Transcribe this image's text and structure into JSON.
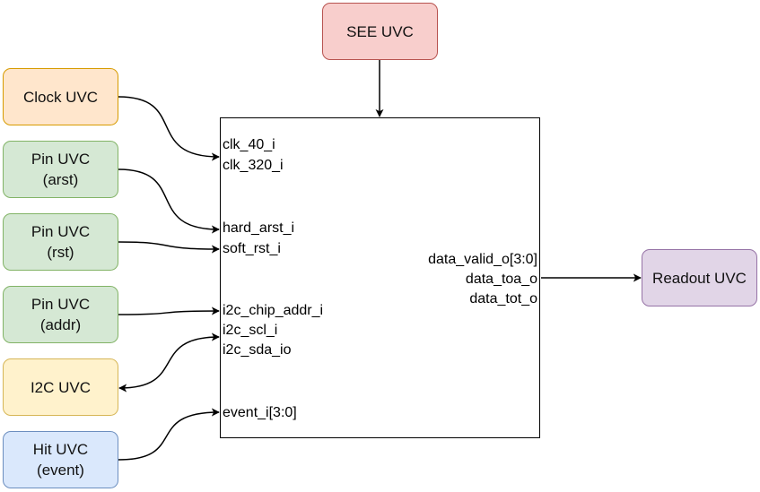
{
  "blocks": {
    "see": "SEE UVC",
    "clock": "Clock UVC",
    "pin_arst": [
      "Pin UVC",
      "(arst)"
    ],
    "pin_rst": [
      "Pin UVC",
      "(rst)"
    ],
    "pin_addr": [
      "Pin UVC",
      "(addr)"
    ],
    "i2c": "I2C UVC",
    "hit": [
      "Hit UVC",
      "(event)"
    ],
    "readout": "Readout UVC"
  },
  "dut_inputs": {
    "clk_40": "clk_40_i",
    "clk_320": "clk_320_i",
    "hard_arst": "hard_arst_i",
    "soft_rst": "soft_rst_i",
    "i2c_chip_addr": "i2c_chip_addr_i",
    "i2c_scl": "i2c_scl_i",
    "i2c_sda": "i2c_sda_io",
    "event": "event_i[3:0]"
  },
  "dut_outputs": {
    "data_valid": "data_valid_o[3:0]",
    "data_toa": "data_toa_o",
    "data_tot": "data_tot_o"
  }
}
